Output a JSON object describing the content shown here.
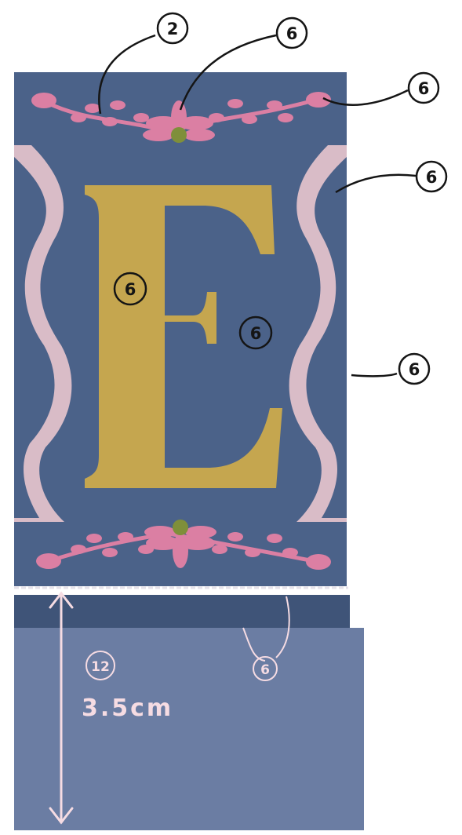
{
  "panel": {
    "letter": "E",
    "colors": {
      "panel": "#4b6289",
      "panel_dark": "#3f5478",
      "lower_band": "#6b7da3",
      "letter": "#c5a64f",
      "flowers": "#db7fa3",
      "flower_center": "#7f8f3a",
      "border_ribbon": "#d9bcc7",
      "dimension_line": "#f6dce3",
      "ink": "#151515"
    }
  },
  "callouts": {
    "top_left": "2",
    "top_center": "6",
    "top_right": "6",
    "border_right": "6",
    "letter": "6",
    "background": "6",
    "border_right_lower": "6",
    "band": "6",
    "height": "12"
  },
  "dimension": {
    "label": "3.5cm"
  }
}
